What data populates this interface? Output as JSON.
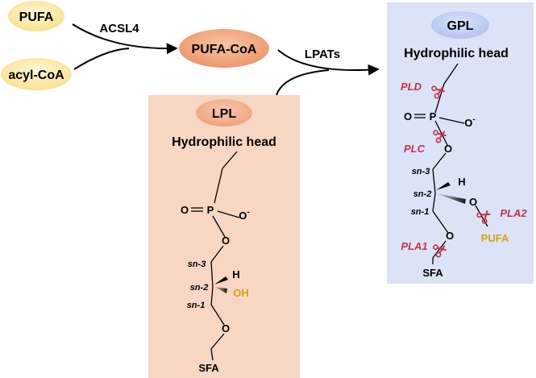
{
  "colors": {
    "yellow_fill": "#fbe59d",
    "orange_fill": "#f0a27e",
    "lpl_box": "#f8d6c4",
    "lpl_oval": "#f2ab8a",
    "gpl_box": "#dde3f6",
    "gpl_oval": "#b9c7ef",
    "enzyme_red": "#c4314b",
    "gold": "#d6a20e",
    "black": "#000000"
  },
  "pathway": {
    "pufa": "PUFA",
    "acyl_coa": "acyl-CoA",
    "acsl4": "ACSL4",
    "pufa_coa": "PUFA-CoA",
    "lpats": "LPATs"
  },
  "lpl": {
    "title": "LPL",
    "head": "Hydrophilic head",
    "o": "O",
    "p": "P",
    "o_minus": "O",
    "minus": "-",
    "h": "H",
    "oh": "OH",
    "sn3": "sn-3",
    "sn2": "sn-2",
    "sn1": "sn-1",
    "sfa": "SFA"
  },
  "gpl": {
    "title": "GPL",
    "head": "Hydrophilic head",
    "o": "O",
    "p": "P",
    "o_minus": "O",
    "minus": "-",
    "h": "H",
    "o_ester": "O",
    "sn3": "sn-3",
    "sn2": "sn-2",
    "sn1": "sn-1",
    "sfa": "SFA",
    "pufa": "PUFA",
    "pld": "PLD",
    "plc": "PLC",
    "pla2": "PLA2",
    "pla1": "PLA1"
  }
}
